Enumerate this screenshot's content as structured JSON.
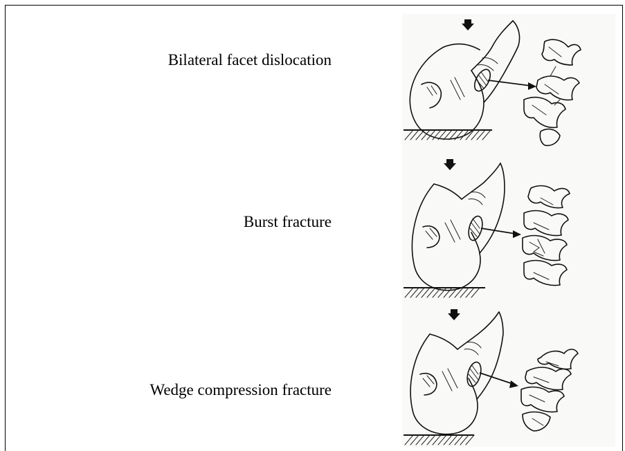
{
  "figure": {
    "rows": [
      {
        "label": "Bilateral facet dislocation",
        "icon": "bilateral-facet-dislocation-illustration"
      },
      {
        "label": "Burst fracture",
        "icon": "burst-fracture-illustration"
      },
      {
        "label": "Wedge compression fracture",
        "icon": "wedge-compression-fracture-illustration"
      }
    ]
  }
}
